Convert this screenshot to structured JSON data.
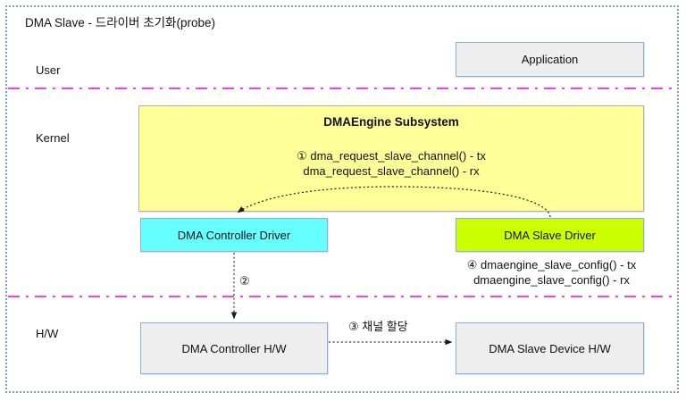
{
  "diagram": {
    "title": "DMA Slave - 드라이버 초기화(probe)",
    "frame_border_color": "#7a9cc6",
    "divider_color": "#ee44ee"
  },
  "layers": [
    {
      "id": "user",
      "label": "User"
    },
    {
      "id": "kernel",
      "label": "Kernel"
    },
    {
      "id": "hw",
      "label": "H/W"
    }
  ],
  "boxes": {
    "application": {
      "label": "Application",
      "fill": "#eeeeee",
      "border": "#8faadc"
    },
    "dmaengine": {
      "title": "DMAEngine Subsystem",
      "calls": "① dma_request_slave_channel() - tx\ndma_request_slave_channel() - rx",
      "fill": "#ffff99",
      "border": "#a8b8a0"
    },
    "controller_driver": {
      "label": "DMA Controller Driver",
      "fill": "#66ffff",
      "border": "#8faadc"
    },
    "slave_driver": {
      "label": "DMA Slave Driver",
      "fill": "#ccff00",
      "border": "#8faadc"
    },
    "controller_hw": {
      "label": "DMA Controller H/W",
      "fill": "#eeeeee",
      "border": "#8faadc"
    },
    "slave_device_hw": {
      "label": "DMA Slave Device H/W",
      "fill": "#eeeeee",
      "border": "#8faadc"
    }
  },
  "annotations": {
    "slave_config_calls": "④ dmaengine_slave_config() - tx\ndmaengine_slave_config() - rx",
    "step2": "②",
    "channel_alloc": "③ 채널 할당"
  }
}
